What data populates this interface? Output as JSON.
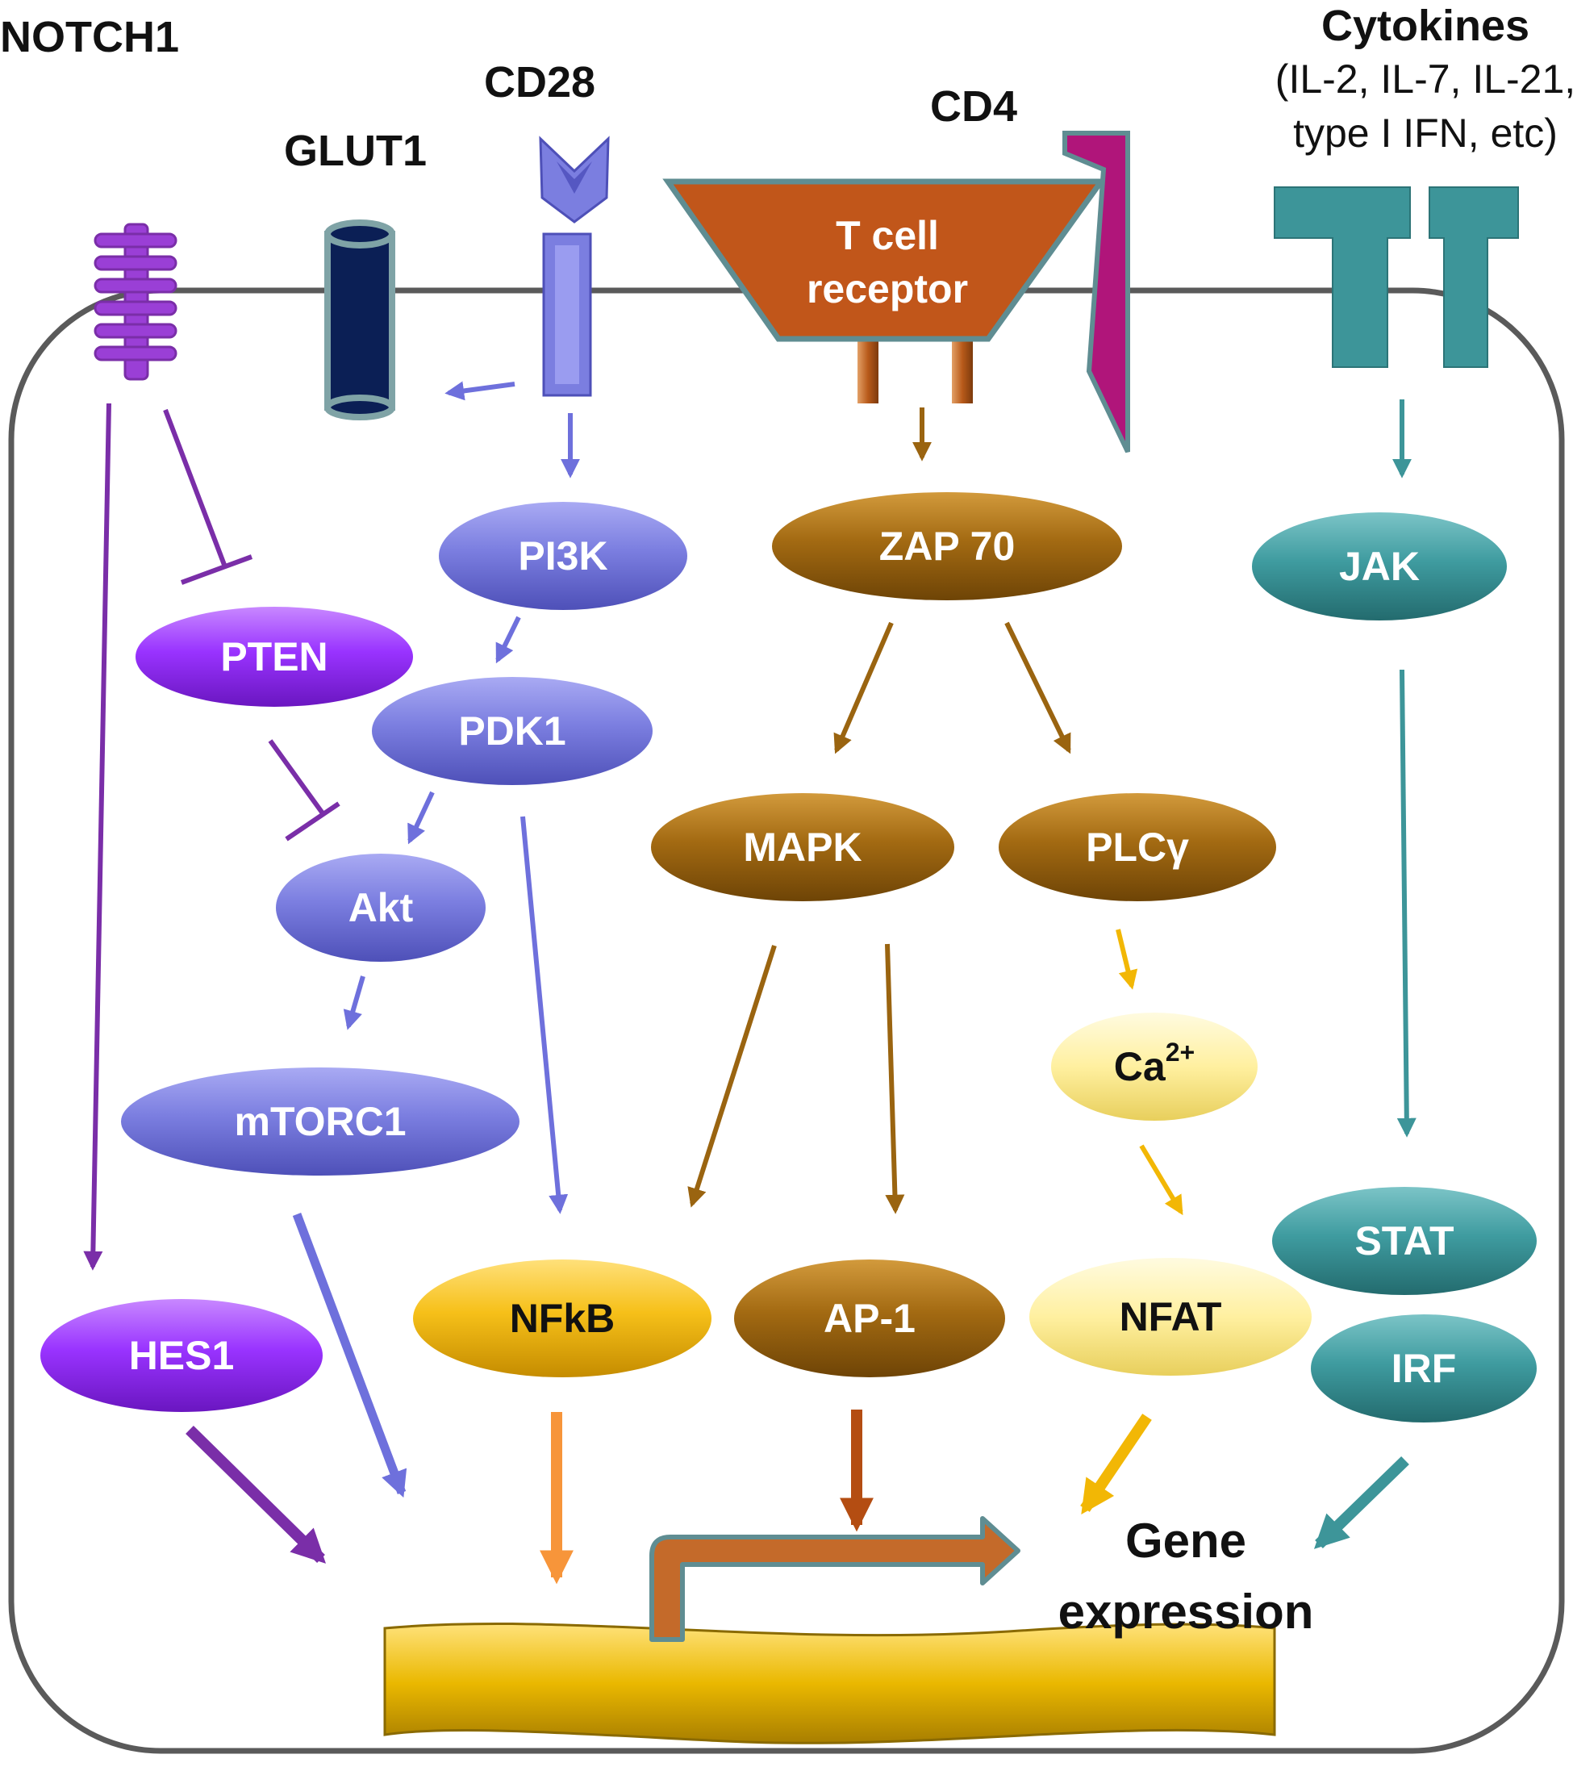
{
  "receptors": {
    "notch1": "NOTCH1",
    "glut1": "GLUT1",
    "cd28": "CD28",
    "cd4": "CD4",
    "tcr_line1": "T cell",
    "tcr_line2": "receptor",
    "cytokines_title": "Cytokines",
    "cytokines_line1": "(IL-2, IL-7, IL-21,",
    "cytokines_line2": "type I IFN, etc)"
  },
  "nodes": {
    "pi3k": "PI3K",
    "pten": "PTEN",
    "pdk1": "PDK1",
    "akt": "Akt",
    "mtorc1": "mTORC1",
    "hes1": "HES1",
    "nfkb": "NFkB",
    "zap70": "ZAP 70",
    "mapk": "MAPK",
    "plcg": "PLCγ",
    "ca_base": "Ca",
    "ca_sup": "2+",
    "ap1": "AP-1",
    "nfat": "NFAT",
    "jak": "JAK",
    "stat": "STAT",
    "irf": "IRF"
  },
  "output": {
    "line1": "Gene",
    "line2": "expression"
  },
  "colors": {
    "purple": "#7a2ea8",
    "pten_fill": "#9933ff",
    "blue": "#6e70dc",
    "brown": "#9a6410",
    "gold": "#f2b705",
    "light_yellow": "#fff3a8",
    "teal": "#3d9599",
    "magenta": "#b0157a",
    "tcr_orange": "#c1561a",
    "glut_navy": "#0b1f55",
    "membrane": "#5a5a5a"
  }
}
